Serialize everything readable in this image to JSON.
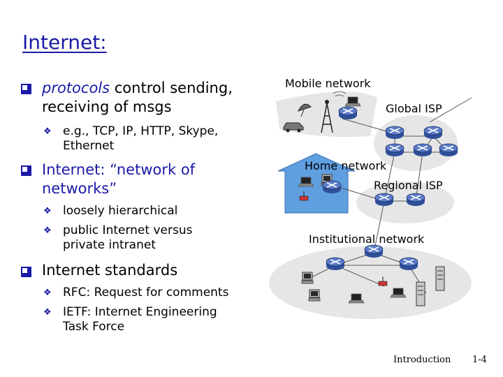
{
  "title": "Internet:",
  "bullets": {
    "b1_em": "protocols",
    "b1_rest": " control sending,",
    "b1_line2": "receiving of msgs",
    "b1_sub1_line1": "e.g., TCP, IP, HTTP, Skype,",
    "b1_sub1_line2": "Ethernet",
    "b2_line1": "Internet: “network of",
    "b2_line2": "networks”",
    "b2_sub1": "loosely hierarchical",
    "b2_sub2_line1": "public Internet versus",
    "b2_sub2_line2": "private intranet",
    "b3": "Internet standards",
    "b3_sub1": "RFC: Request for comments",
    "b3_sub2_line1": "IETF: Internet Engineering",
    "b3_sub2_line2": "Task Force"
  },
  "diagram": {
    "mobile": "Mobile network",
    "global": "Global ISP",
    "home": "Home network",
    "regional": "Regional ISP",
    "institutional": "Institutional network"
  },
  "footer": {
    "section": "Introduction",
    "page": "1-4"
  },
  "colors": {
    "accent": "#1a1aa6",
    "router": "#2f4f9a",
    "home_fill": "#5f9fe0"
  }
}
